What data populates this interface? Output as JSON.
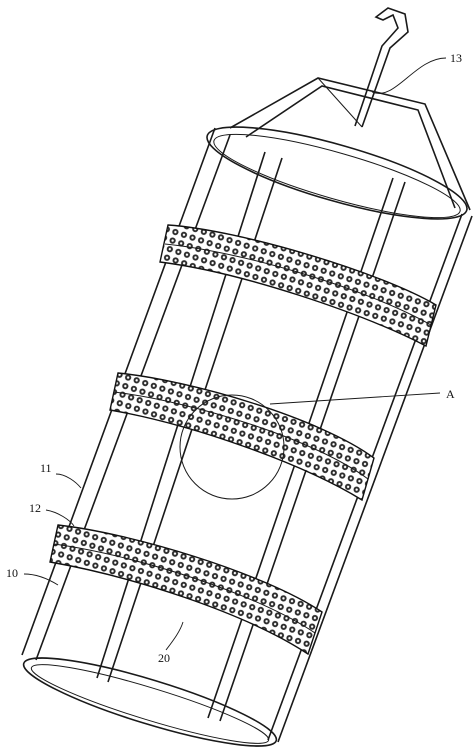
{
  "figure": {
    "labels": {
      "hook": "13",
      "detail": "A",
      "frame_bar": "11",
      "ring_support": "12",
      "bottom_ring": "10",
      "bead_ring": "20"
    }
  }
}
